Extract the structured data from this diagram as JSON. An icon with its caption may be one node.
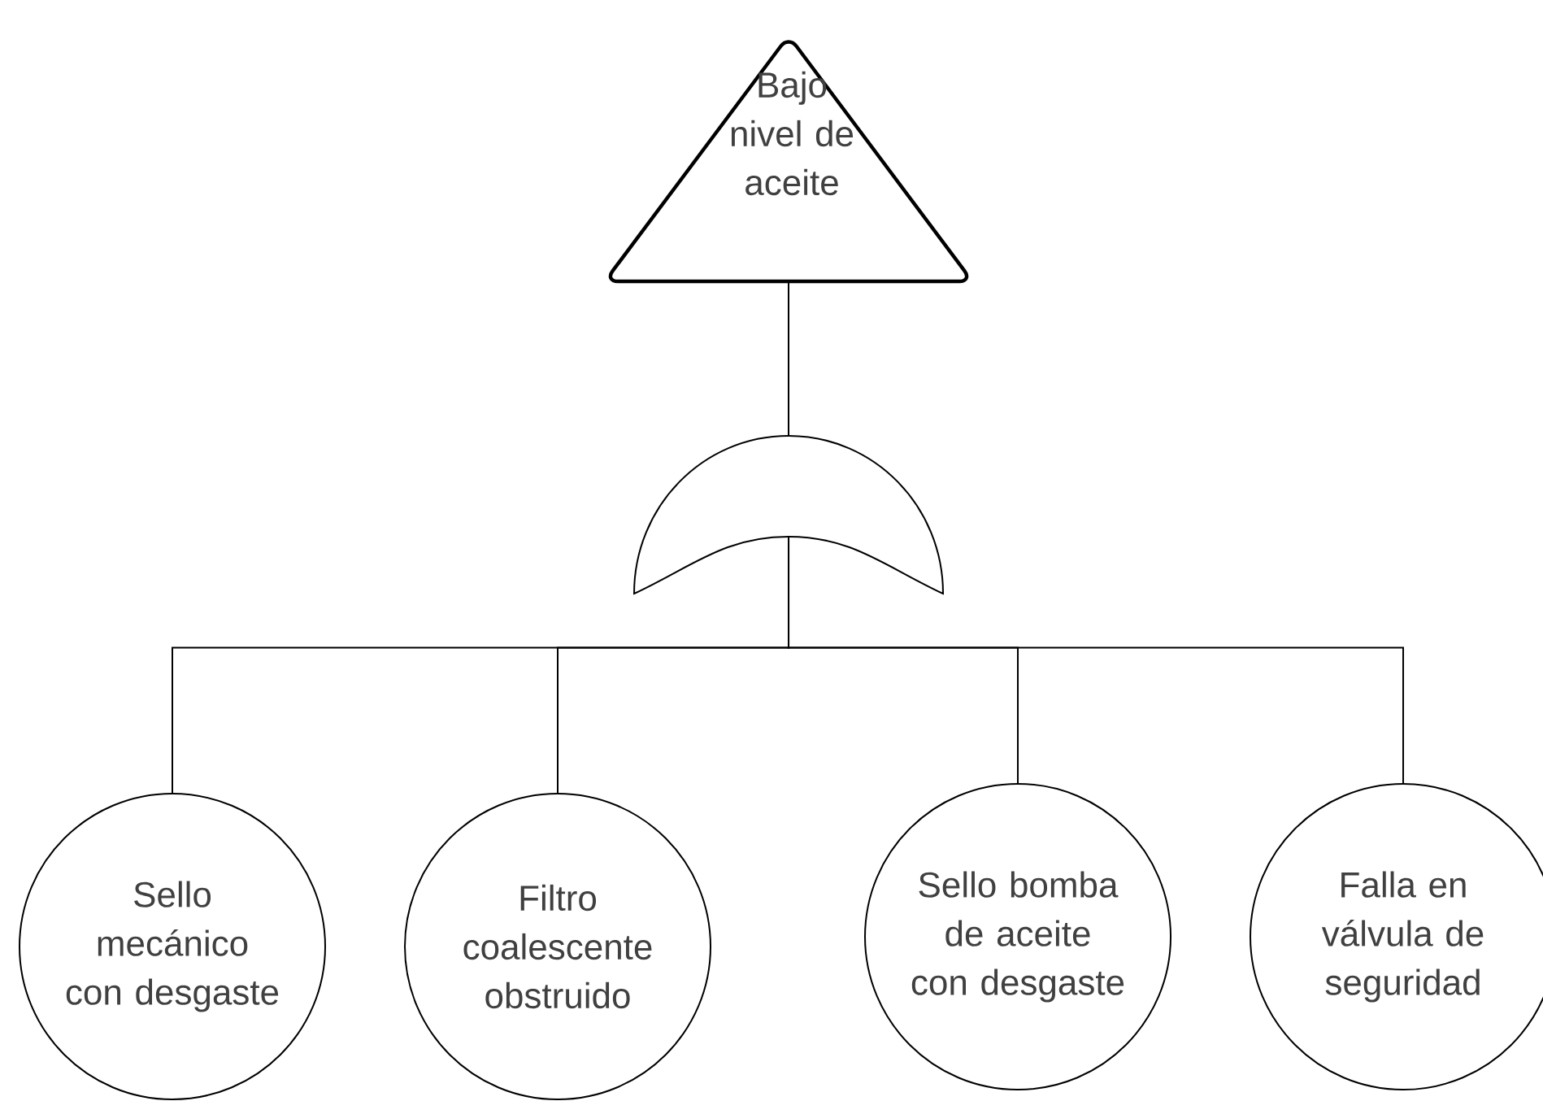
{
  "diagram": {
    "nodes": [
      {
        "text": [
          "Bajo nivel de aceite"
        ]
      },
      {
        "text": [],
        "shape": "gate"
      },
      {
        "text": [
          "Sello mecánico con desgaste"
        ]
      },
      {
        "text": [
          "Filtro coalescente obstruido"
        ]
      },
      {
        "text": [
          "Sello bomba de aceite con desgaste"
        ]
      },
      {
        "text": [
          "Falla en válvula de seguridad"
        ]
      }
    ],
    "edges": [
      {
        "from": 0,
        "to": 1,
        "arrow": "none"
      },
      {
        "from": 1,
        "to": 2,
        "arrow": "none"
      },
      {
        "from": 1,
        "to": 3,
        "arrow": "none"
      },
      {
        "from": 1,
        "to": 4,
        "arrow": "none"
      },
      {
        "from": 1,
        "to": 5,
        "arrow": "none"
      }
    ]
  }
}
